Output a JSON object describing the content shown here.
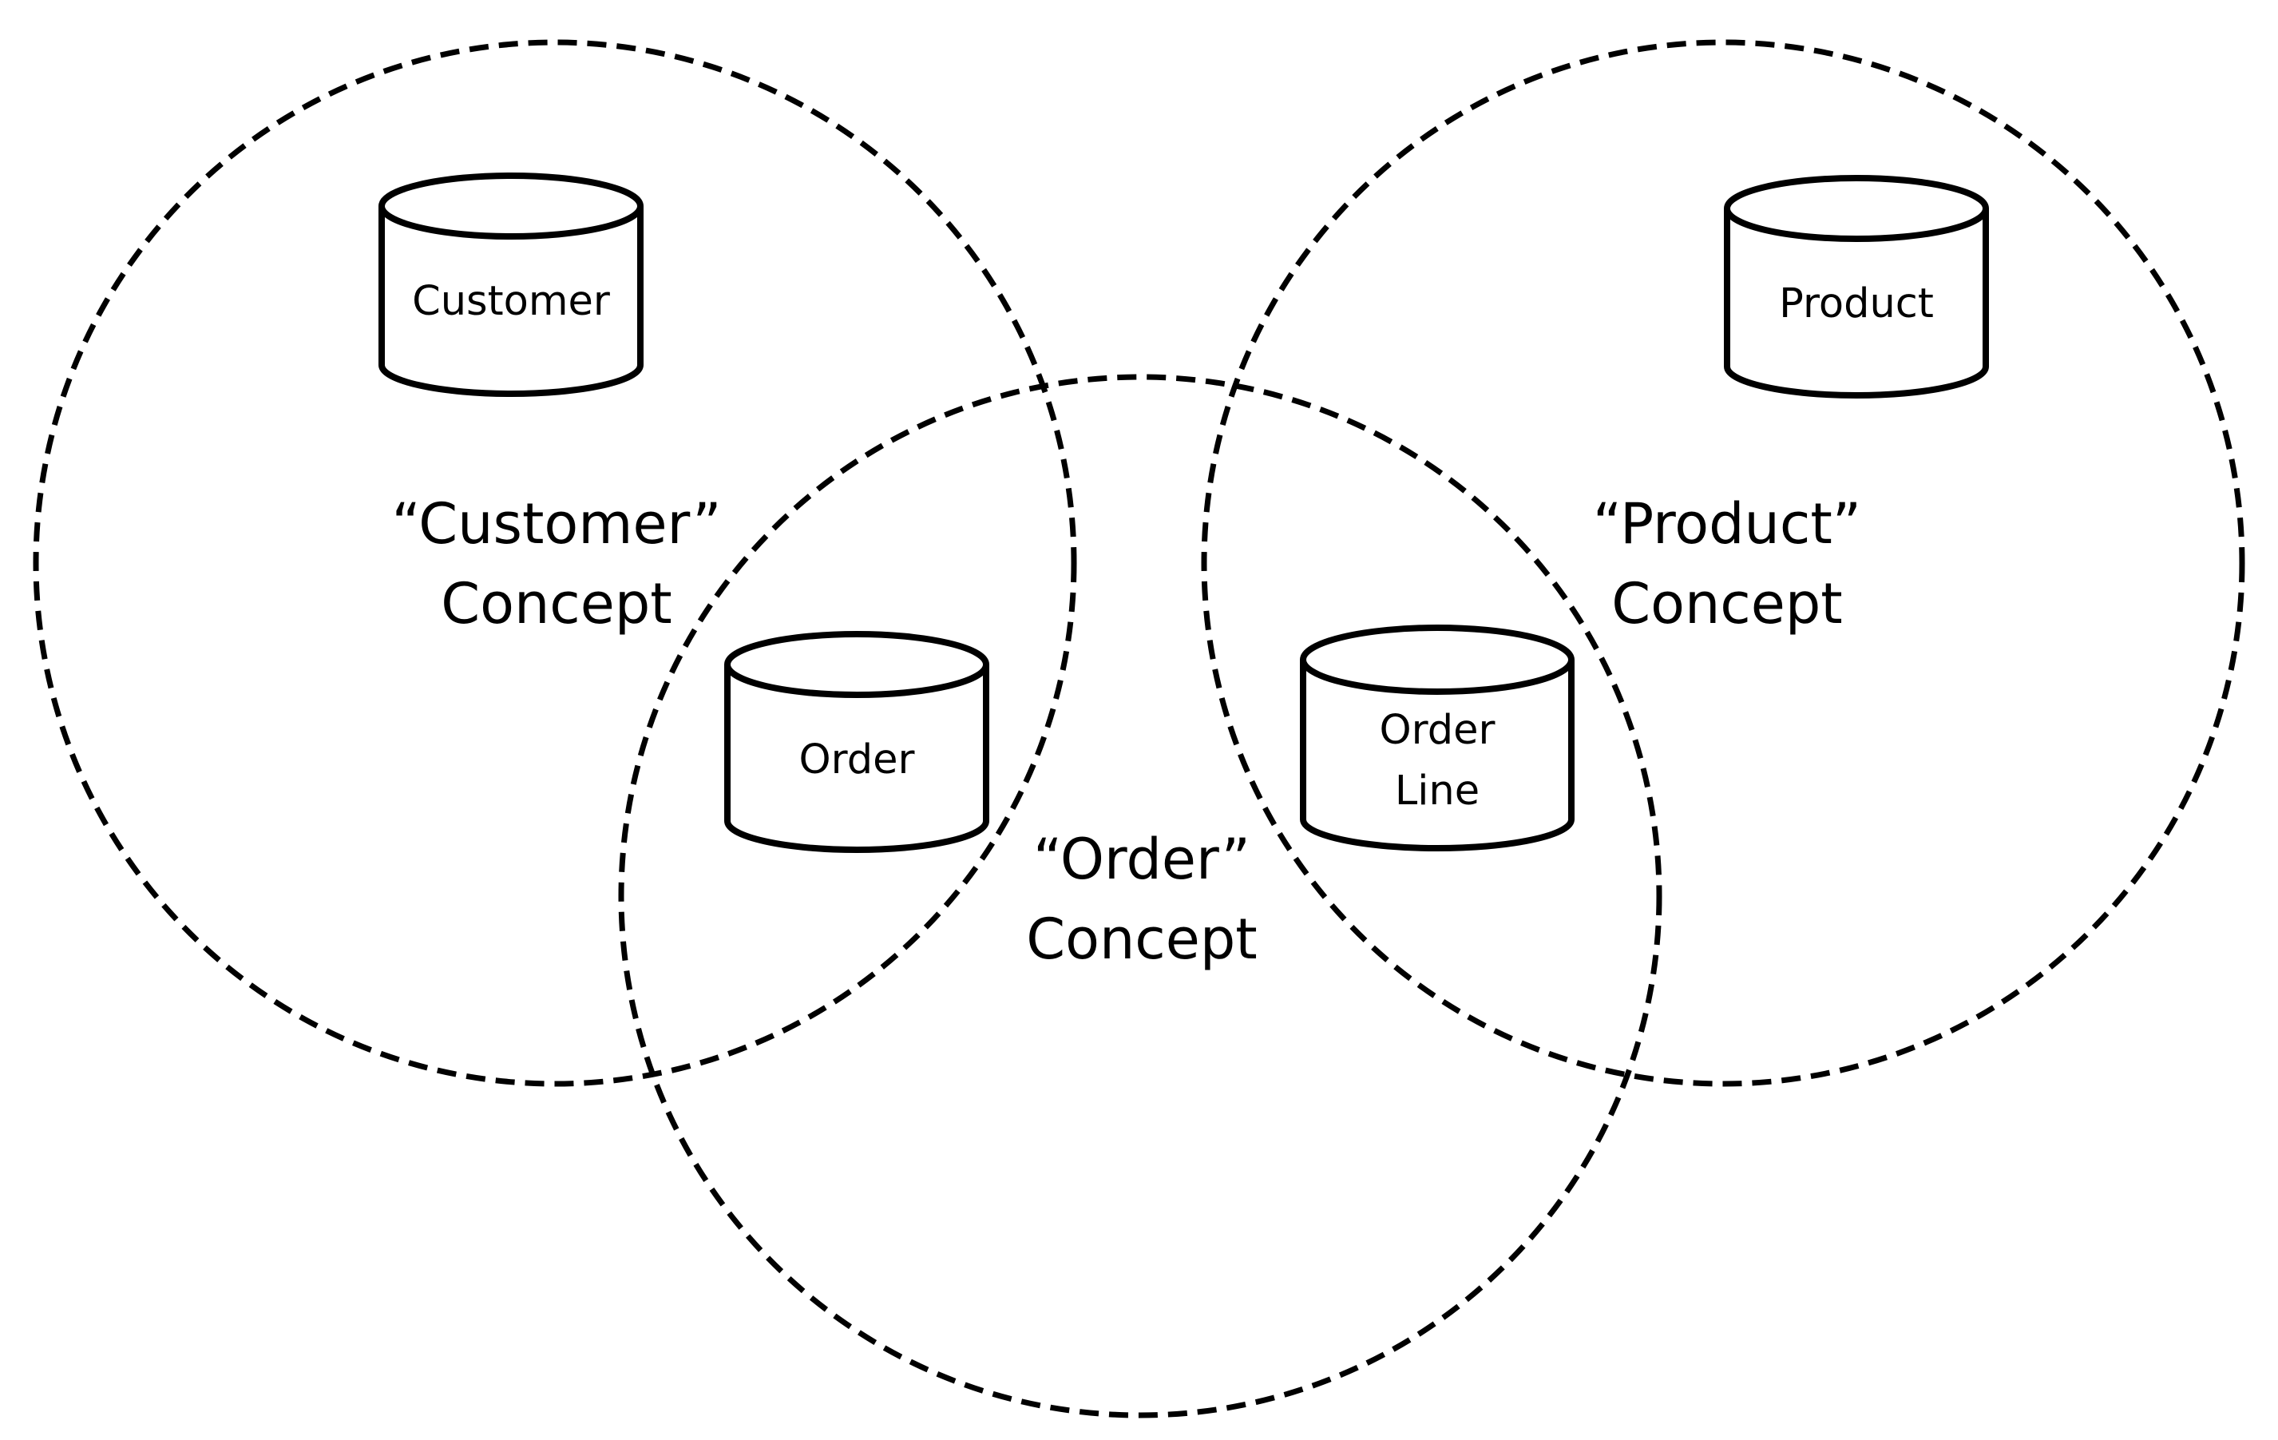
{
  "diagram": {
    "concepts": {
      "customer": {
        "line1": "“Customer”",
        "line2": "Concept"
      },
      "order": {
        "line1": "“Order”",
        "line2": "Concept"
      },
      "product": {
        "line1": "“Product”",
        "line2": "Concept"
      }
    },
    "databases": {
      "customer": {
        "label": "Customer"
      },
      "product": {
        "label": "Product"
      },
      "order": {
        "label": "Order"
      },
      "order_line": {
        "line1": "Order",
        "line2": "Line"
      }
    },
    "colors": {
      "stroke": "#000000",
      "background": "#ffffff"
    }
  }
}
